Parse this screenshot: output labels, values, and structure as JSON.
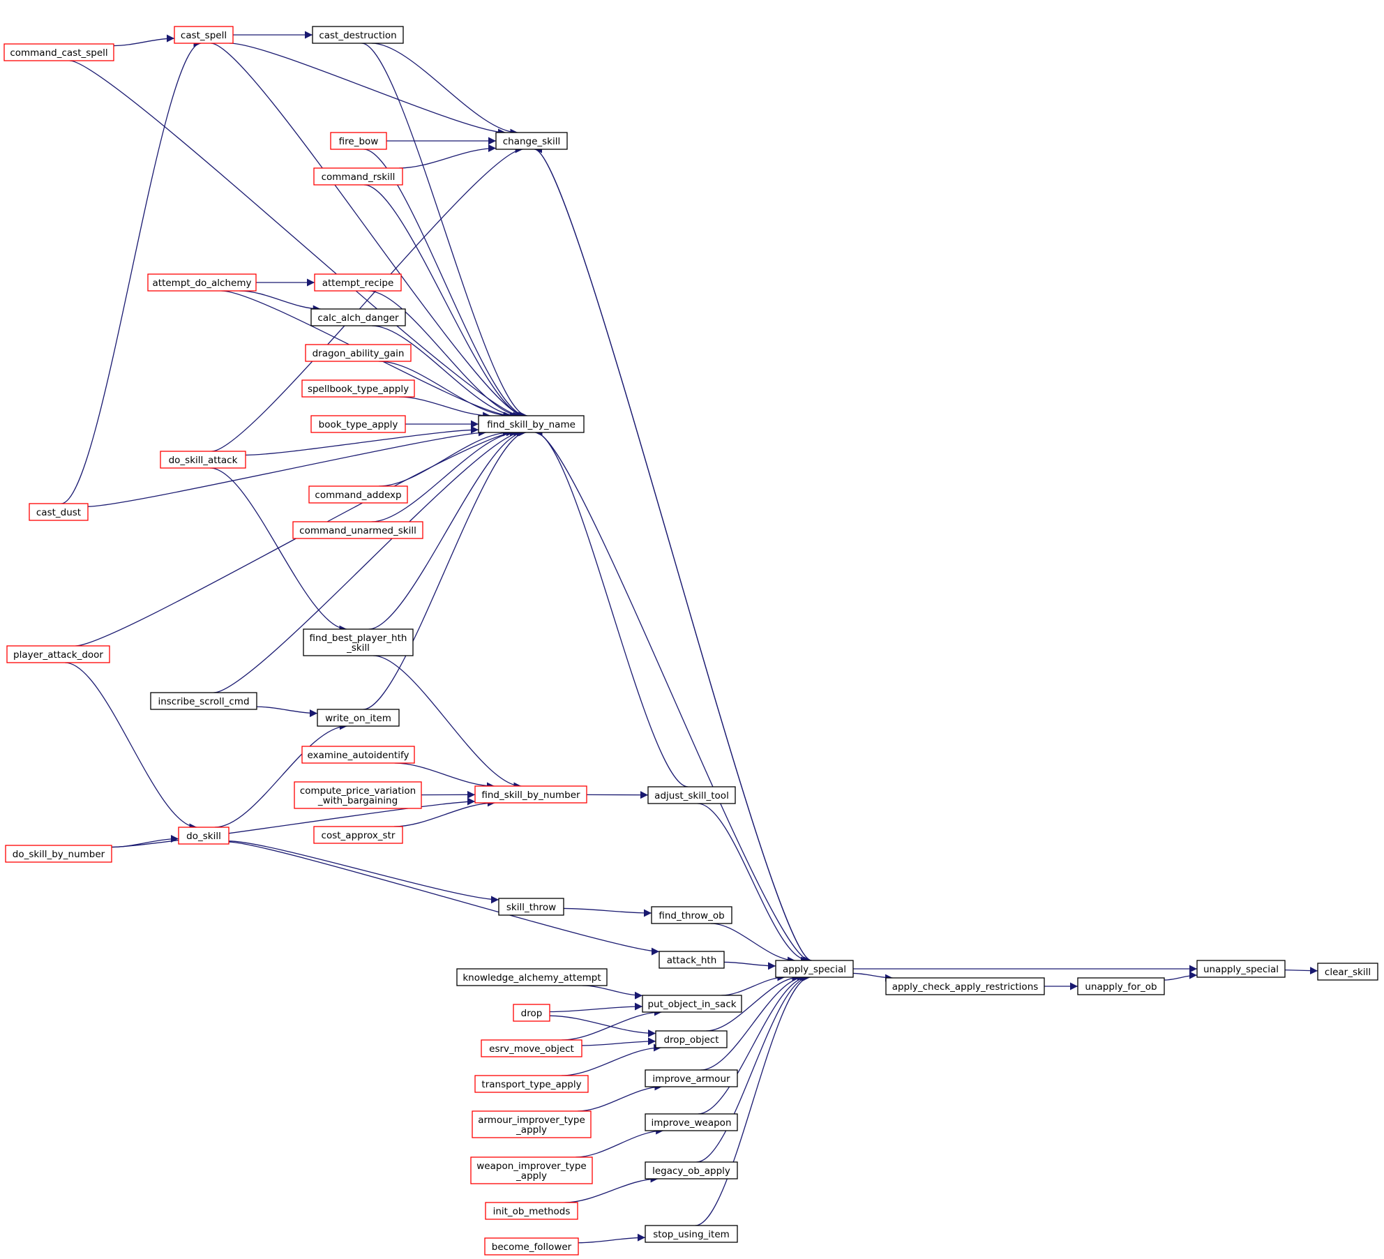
{
  "colors": {
    "edge": "#191970",
    "documented_border": "#000000",
    "undocumented_border": "#ff0000",
    "current_fill": "#bfbfbf"
  },
  "nodes": [
    {
      "id": "clear_skill",
      "label": "clear_skill",
      "style": "current"
    },
    {
      "id": "unapply_special",
      "label": "unapply_special",
      "style": "black"
    },
    {
      "id": "unapply_for_ob",
      "label": "unapply_for_ob",
      "style": "black"
    },
    {
      "id": "apply_check_apply_restrictions",
      "label": "apply_check_apply_restrictions",
      "style": "black"
    },
    {
      "id": "apply_special",
      "label": "apply_special",
      "style": "black"
    },
    {
      "id": "adjust_skill_tool",
      "label": "adjust_skill_tool",
      "style": "black"
    },
    {
      "id": "find_throw_ob",
      "label": "find_throw_ob",
      "style": "black"
    },
    {
      "id": "attack_hth",
      "label": "attack_hth",
      "style": "black"
    },
    {
      "id": "put_object_in_sack",
      "label": "put_object_in_sack",
      "style": "black"
    },
    {
      "id": "drop_object",
      "label": "drop_object",
      "style": "black"
    },
    {
      "id": "improve_armour",
      "label": "improve_armour",
      "style": "black"
    },
    {
      "id": "improve_weapon",
      "label": "improve_weapon",
      "style": "black"
    },
    {
      "id": "legacy_ob_apply",
      "label": "legacy_ob_apply",
      "style": "black"
    },
    {
      "id": "stop_using_item",
      "label": "stop_using_item",
      "style": "black"
    },
    {
      "id": "change_skill",
      "label": "change_skill",
      "style": "black"
    },
    {
      "id": "find_skill_by_name",
      "label": "find_skill_by_name",
      "style": "black"
    },
    {
      "id": "find_skill_by_number",
      "label": "find_skill_by_number",
      "style": "red"
    },
    {
      "id": "skill_throw",
      "label": "skill_throw",
      "style": "black"
    },
    {
      "id": "cast_destruction",
      "label": "cast_destruction",
      "style": "black"
    },
    {
      "id": "calc_alch_danger",
      "label": "calc_alch_danger",
      "style": "black"
    },
    {
      "id": "find_best_player_hth_skill",
      "label": "find_best_player_hth\n_skill",
      "style": "black"
    },
    {
      "id": "write_on_item",
      "label": "write_on_item",
      "style": "black"
    },
    {
      "id": "inscribe_scroll_cmd",
      "label": "inscribe_scroll_cmd",
      "style": "black"
    },
    {
      "id": "knowledge_alchemy_attempt",
      "label": "knowledge_alchemy_attempt",
      "style": "black"
    },
    {
      "id": "cast_spell",
      "label": "cast_spell",
      "style": "red"
    },
    {
      "id": "command_cast_spell",
      "label": "command_cast_spell",
      "style": "red"
    },
    {
      "id": "fire_bow",
      "label": "fire_bow",
      "style": "red"
    },
    {
      "id": "command_rskill",
      "label": "command_rskill",
      "style": "red"
    },
    {
      "id": "attempt_do_alchemy",
      "label": "attempt_do_alchemy",
      "style": "red"
    },
    {
      "id": "attempt_recipe",
      "label": "attempt_recipe",
      "style": "red"
    },
    {
      "id": "dragon_ability_gain",
      "label": "dragon_ability_gain",
      "style": "red"
    },
    {
      "id": "spellbook_type_apply",
      "label": "spellbook_type_apply",
      "style": "red"
    },
    {
      "id": "book_type_apply",
      "label": "book_type_apply",
      "style": "red"
    },
    {
      "id": "do_skill_attack",
      "label": "do_skill_attack",
      "style": "red"
    },
    {
      "id": "command_addexp",
      "label": "command_addexp",
      "style": "red"
    },
    {
      "id": "command_unarmed_skill",
      "label": "command_unarmed_skill",
      "style": "red"
    },
    {
      "id": "cast_dust",
      "label": "cast_dust",
      "style": "red"
    },
    {
      "id": "player_attack_door",
      "label": "player_attack_door",
      "style": "red"
    },
    {
      "id": "examine_autoidentify",
      "label": "examine_autoidentify",
      "style": "red"
    },
    {
      "id": "compute_price_variation_with_bargaining",
      "label": "compute_price_variation\n_with_bargaining",
      "style": "red"
    },
    {
      "id": "cost_approx_str",
      "label": "cost_approx_str",
      "style": "red"
    },
    {
      "id": "do_skill",
      "label": "do_skill",
      "style": "red"
    },
    {
      "id": "do_skill_by_number",
      "label": "do_skill_by_number",
      "style": "red"
    },
    {
      "id": "drop",
      "label": "drop",
      "style": "red"
    },
    {
      "id": "esrv_move_object",
      "label": "esrv_move_object",
      "style": "red"
    },
    {
      "id": "transport_type_apply",
      "label": "transport_type_apply",
      "style": "red"
    },
    {
      "id": "armour_improver_type_apply",
      "label": "armour_improver_type\n_apply",
      "style": "red"
    },
    {
      "id": "weapon_improver_type_apply",
      "label": "weapon_improver_type\n_apply",
      "style": "red"
    },
    {
      "id": "init_ob_methods",
      "label": "init_ob_methods",
      "style": "red"
    },
    {
      "id": "become_follower",
      "label": "become_follower",
      "style": "red"
    }
  ],
  "edges": [
    [
      "unapply_special",
      "clear_skill"
    ],
    [
      "apply_special",
      "unapply_special"
    ],
    [
      "unapply_for_ob",
      "unapply_special"
    ],
    [
      "apply_check_apply_restrictions",
      "unapply_for_ob"
    ],
    [
      "apply_special",
      "apply_check_apply_restrictions"
    ],
    [
      "change_skill",
      "apply_special"
    ],
    [
      "find_skill_by_name",
      "apply_special"
    ],
    [
      "adjust_skill_tool",
      "apply_special"
    ],
    [
      "find_throw_ob",
      "apply_special"
    ],
    [
      "attack_hth",
      "apply_special"
    ],
    [
      "put_object_in_sack",
      "apply_special"
    ],
    [
      "drop_object",
      "apply_special"
    ],
    [
      "improve_armour",
      "apply_special"
    ],
    [
      "improve_weapon",
      "apply_special"
    ],
    [
      "legacy_ob_apply",
      "apply_special"
    ],
    [
      "stop_using_item",
      "apply_special"
    ],
    [
      "apply_special",
      "change_skill"
    ],
    [
      "cast_destruction",
      "change_skill"
    ],
    [
      "cast_spell",
      "change_skill"
    ],
    [
      "fire_bow",
      "change_skill"
    ],
    [
      "command_rskill",
      "change_skill"
    ],
    [
      "do_skill_attack",
      "change_skill"
    ],
    [
      "cast_spell",
      "cast_destruction"
    ],
    [
      "command_cast_spell",
      "cast_spell"
    ],
    [
      "cast_dust",
      "cast_spell"
    ],
    [
      "adjust_skill_tool",
      "find_skill_by_name"
    ],
    [
      "cast_destruction",
      "find_skill_by_name"
    ],
    [
      "cast_spell",
      "find_skill_by_name"
    ],
    [
      "command_cast_spell",
      "find_skill_by_name"
    ],
    [
      "fire_bow",
      "find_skill_by_name"
    ],
    [
      "command_rskill",
      "find_skill_by_name"
    ],
    [
      "attempt_do_alchemy",
      "find_skill_by_name"
    ],
    [
      "attempt_recipe",
      "find_skill_by_name"
    ],
    [
      "calc_alch_danger",
      "find_skill_by_name"
    ],
    [
      "dragon_ability_gain",
      "find_skill_by_name"
    ],
    [
      "spellbook_type_apply",
      "find_skill_by_name"
    ],
    [
      "book_type_apply",
      "find_skill_by_name"
    ],
    [
      "do_skill_attack",
      "find_skill_by_name"
    ],
    [
      "command_addexp",
      "find_skill_by_name"
    ],
    [
      "command_unarmed_skill",
      "find_skill_by_name"
    ],
    [
      "cast_dust",
      "find_skill_by_name"
    ],
    [
      "find_best_player_hth_skill",
      "find_skill_by_name"
    ],
    [
      "player_attack_door",
      "find_skill_by_name"
    ],
    [
      "inscribe_scroll_cmd",
      "find_skill_by_name"
    ],
    [
      "write_on_item",
      "find_skill_by_name"
    ],
    [
      "attempt_do_alchemy",
      "attempt_recipe"
    ],
    [
      "attempt_do_alchemy",
      "calc_alch_danger"
    ],
    [
      "do_skill_attack",
      "find_best_player_hth_skill"
    ],
    [
      "find_best_player_hth_skill",
      "find_skill_by_number"
    ],
    [
      "examine_autoidentify",
      "find_skill_by_number"
    ],
    [
      "compute_price_variation_with_bargaining",
      "find_skill_by_number"
    ],
    [
      "cost_approx_str",
      "find_skill_by_number"
    ],
    [
      "do_skill_by_number",
      "find_skill_by_number"
    ],
    [
      "find_skill_by_number",
      "adjust_skill_tool"
    ],
    [
      "inscribe_scroll_cmd",
      "write_on_item"
    ],
    [
      "do_skill",
      "write_on_item"
    ],
    [
      "player_attack_door",
      "do_skill"
    ],
    [
      "do_skill_by_number",
      "do_skill"
    ],
    [
      "do_skill",
      "skill_throw"
    ],
    [
      "do_skill",
      "attack_hth"
    ],
    [
      "skill_throw",
      "find_throw_ob"
    ],
    [
      "knowledge_alchemy_attempt",
      "put_object_in_sack"
    ],
    [
      "drop",
      "put_object_in_sack"
    ],
    [
      "esrv_move_object",
      "put_object_in_sack"
    ],
    [
      "drop",
      "drop_object"
    ],
    [
      "esrv_move_object",
      "drop_object"
    ],
    [
      "transport_type_apply",
      "drop_object"
    ],
    [
      "armour_improver_type_apply",
      "improve_armour"
    ],
    [
      "weapon_improver_type_apply",
      "improve_weapon"
    ],
    [
      "init_ob_methods",
      "legacy_ob_apply"
    ],
    [
      "become_follower",
      "stop_using_item"
    ]
  ]
}
